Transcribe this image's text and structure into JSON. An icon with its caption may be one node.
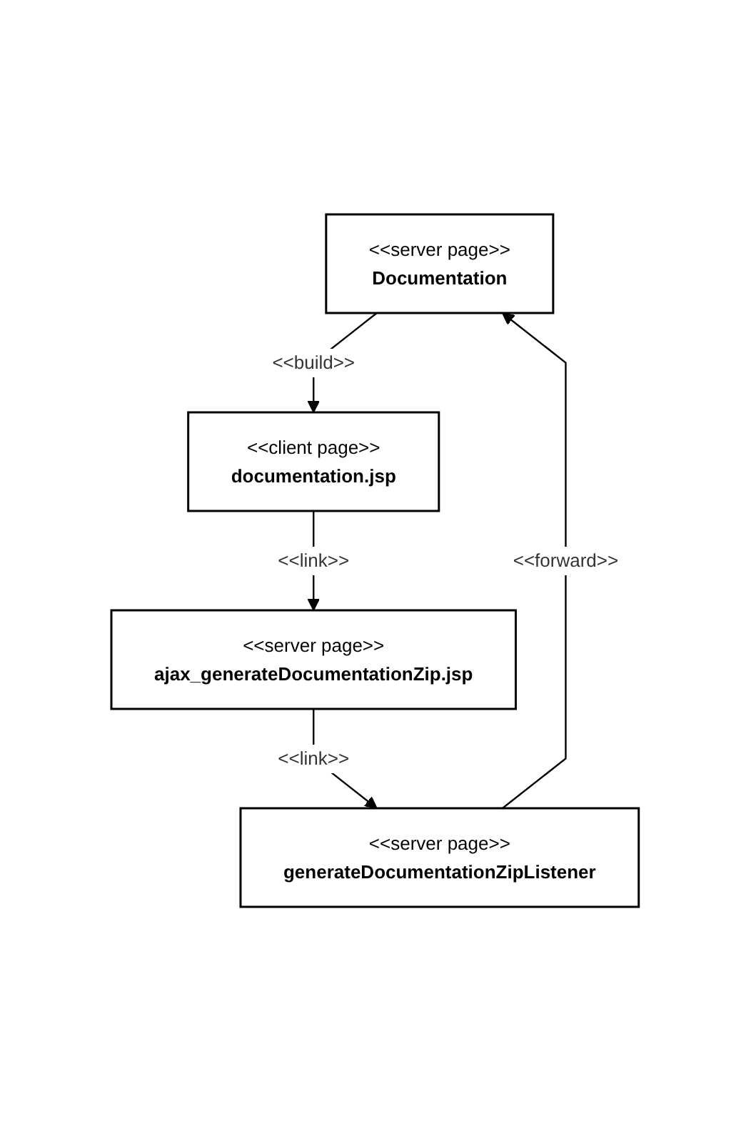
{
  "diagram": {
    "nodes": [
      {
        "text": [
          "<<server page>>",
          "Documentation"
        ]
      },
      {
        "text": [
          "<<client page>>",
          "documentation.jsp"
        ]
      },
      {
        "text": [
          "<<server page>>",
          "ajax_generateDocumentationZip.jsp"
        ]
      },
      {
        "text": [
          "<<server page>>",
          "generateDocumentationZipListener"
        ]
      }
    ],
    "edges": [
      {
        "from": 0,
        "to": 1,
        "arrow": "to",
        "label": "<<build>>"
      },
      {
        "from": 1,
        "to": 2,
        "arrow": "to",
        "label": "<<link>>"
      },
      {
        "from": 2,
        "to": 3,
        "arrow": "to",
        "label": "<<link>>"
      },
      {
        "from": 3,
        "to": 0,
        "arrow": "to",
        "label": "<<forward>>"
      }
    ]
  }
}
